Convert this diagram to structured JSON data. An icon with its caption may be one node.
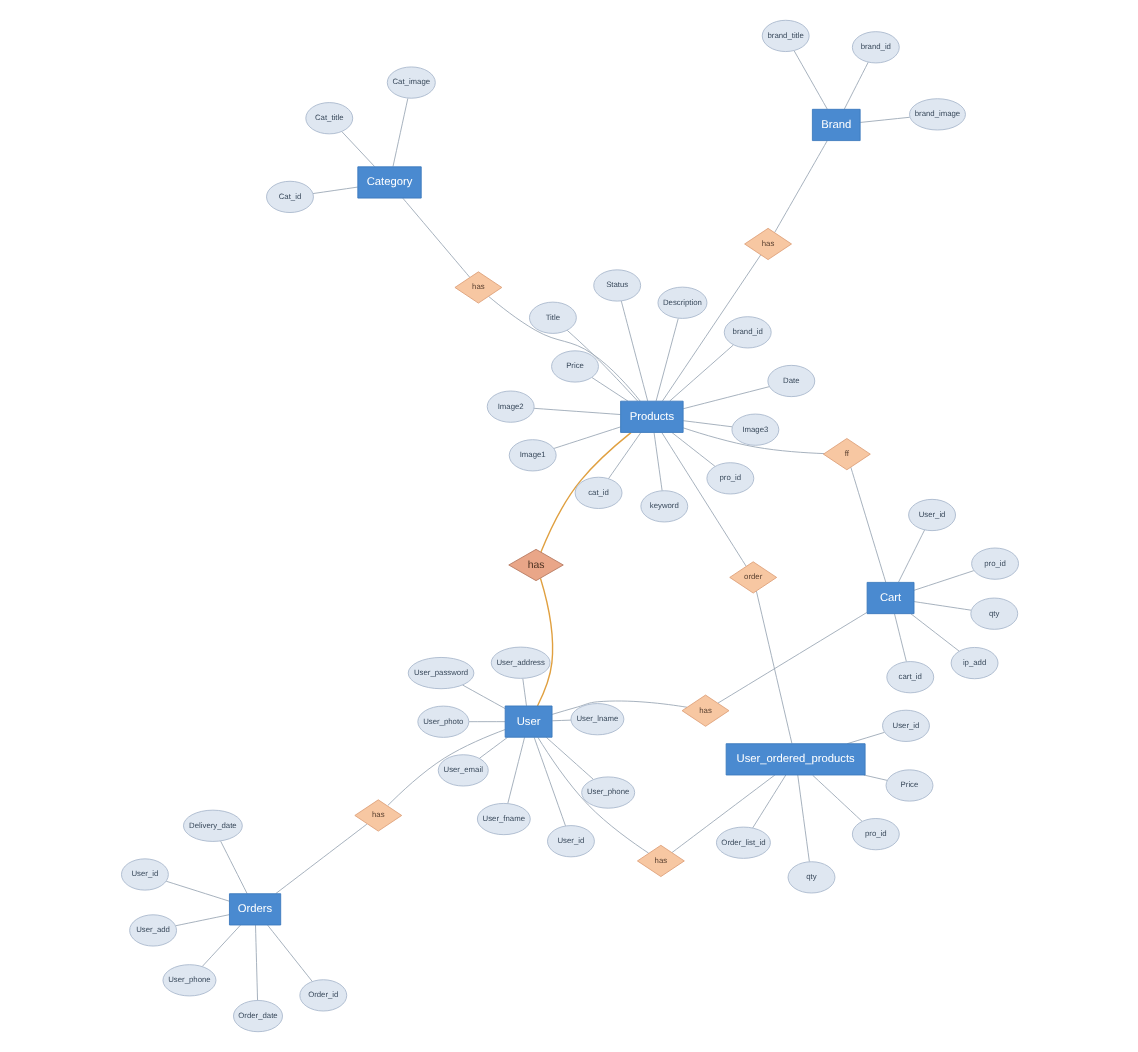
{
  "diagram": {
    "nodes": [
      {
        "text": [
          "Category"
        ]
      },
      {
        "text": [
          "Cat_id"
        ]
      },
      {
        "text": [
          "Cat_title"
        ]
      },
      {
        "text": [
          "Cat_image"
        ]
      },
      {
        "text": [
          "has"
        ]
      },
      {
        "text": [
          "Products"
        ]
      },
      {
        "text": [
          "cat_id"
        ]
      },
      {
        "text": [
          "pro_id"
        ]
      },
      {
        "text": [
          "User_ordered_products"
        ]
      },
      {
        "text": [
          "pro_id"
        ]
      },
      {
        "text": [
          "qty"
        ]
      },
      {
        "text": [
          "Order_list_id"
        ]
      },
      {
        "text": [
          "Price"
        ]
      },
      {
        "text": [
          "User_id"
        ]
      },
      {
        "text": [
          "order"
        ]
      },
      {
        "text": [
          "has"
        ]
      },
      {
        "text": [
          "Orders"
        ]
      },
      {
        "text": [
          "User_id"
        ]
      },
      {
        "text": [
          "User_phone"
        ]
      },
      {
        "text": [
          "User_add"
        ]
      },
      {
        "text": [
          "Order_id"
        ]
      },
      {
        "text": [
          "Order_date"
        ]
      },
      {
        "text": [
          "Delivery_date"
        ]
      },
      {
        "text": [
          "Brand"
        ]
      },
      {
        "text": [
          "brand_title"
        ]
      },
      {
        "text": [
          "brand_image"
        ]
      },
      {
        "text": [
          "brand_id"
        ]
      },
      {
        "text": [
          "has"
        ]
      },
      {
        "text": [
          "has"
        ]
      },
      {
        "text": [
          "User"
        ]
      },
      {
        "text": [
          "has"
        ]
      },
      {
        "text": [
          "ff"
        ]
      },
      {
        "text": [
          "has"
        ]
      },
      {
        "text": [
          "Cart"
        ]
      },
      {
        "text": [
          "brand_id"
        ]
      },
      {
        "text": [
          "keyword"
        ]
      },
      {
        "text": [
          "Image3"
        ]
      },
      {
        "text": [
          "Description"
        ]
      },
      {
        "text": [
          "Image2"
        ]
      },
      {
        "text": [
          "Image1"
        ]
      },
      {
        "text": [
          "Status"
        ]
      },
      {
        "text": [
          "Title"
        ]
      },
      {
        "text": [
          "Price"
        ]
      },
      {
        "text": [
          "Date"
        ]
      },
      {
        "text": [
          "pro_id"
        ]
      },
      {
        "text": [
          "cart_id"
        ]
      },
      {
        "text": [
          "qty"
        ]
      },
      {
        "text": [
          "ip_add"
        ]
      },
      {
        "text": [
          "User_id"
        ]
      },
      {
        "text": [
          "User_id"
        ]
      },
      {
        "text": [
          "User_photo"
        ]
      },
      {
        "text": [
          "User_phone"
        ]
      },
      {
        "text": [
          "User_address"
        ]
      },
      {
        "text": [
          "User_password"
        ]
      },
      {
        "text": [
          "User_lname"
        ]
      },
      {
        "text": [
          "User_fname"
        ]
      },
      {
        "text": [
          "User_email"
        ]
      }
    ],
    "edges": [
      {
        "from": 0,
        "to": 1,
        "arrow": "none"
      },
      {
        "from": 0,
        "to": 2,
        "arrow": "none"
      },
      {
        "from": 0,
        "to": 3,
        "arrow": "none"
      },
      {
        "from": 0,
        "to": 4,
        "arrow": "none"
      },
      {
        "from": 4,
        "to": 5,
        "arrow": "none"
      },
      {
        "from": 5,
        "to": 6,
        "arrow": "none"
      },
      {
        "from": 5,
        "to": 7,
        "arrow": "none"
      },
      {
        "from": 8,
        "to": 9,
        "arrow": "none"
      },
      {
        "from": 8,
        "to": 10,
        "arrow": "none"
      },
      {
        "from": 8,
        "to": 11,
        "arrow": "none"
      },
      {
        "from": 8,
        "to": 12,
        "arrow": "none"
      },
      {
        "from": 8,
        "to": 13,
        "arrow": "none"
      },
      {
        "from": 5,
        "to": 14,
        "arrow": "none"
      },
      {
        "from": 14,
        "to": 8,
        "arrow": "none"
      },
      {
        "from": 8,
        "to": 15,
        "arrow": "none"
      },
      {
        "from": 15,
        "to": 29,
        "arrow": "none"
      },
      {
        "from": 16,
        "to": 17,
        "arrow": "none"
      },
      {
        "from": 16,
        "to": 18,
        "arrow": "none"
      },
      {
        "from": 16,
        "to": 19,
        "arrow": "none"
      },
      {
        "from": 16,
        "to": 20,
        "arrow": "none"
      },
      {
        "from": 16,
        "to": 21,
        "arrow": "none"
      },
      {
        "from": 16,
        "to": 22,
        "arrow": "none"
      },
      {
        "from": 23,
        "to": 24,
        "arrow": "none"
      },
      {
        "from": 23,
        "to": 25,
        "arrow": "none"
      },
      {
        "from": 23,
        "to": 26,
        "arrow": "none"
      },
      {
        "from": 23,
        "to": 27,
        "arrow": "none"
      },
      {
        "from": 27,
        "to": 5,
        "arrow": "none"
      },
      {
        "from": 5,
        "to": 28,
        "arrow": "none",
        "color": "#e0a040"
      },
      {
        "from": 28,
        "to": 29,
        "arrow": "none",
        "color": "#e0a040"
      },
      {
        "from": 29,
        "to": 30,
        "arrow": "none"
      },
      {
        "from": 30,
        "to": 16,
        "arrow": "none"
      },
      {
        "from": 5,
        "to": 31,
        "arrow": "none"
      },
      {
        "from": 31,
        "to": 33,
        "arrow": "none"
      },
      {
        "from": 33,
        "to": 32,
        "arrow": "none"
      },
      {
        "from": 32,
        "to": 29,
        "arrow": "none"
      },
      {
        "from": 5,
        "to": 34,
        "arrow": "none"
      },
      {
        "from": 5,
        "to": 35,
        "arrow": "none"
      },
      {
        "from": 5,
        "to": 36,
        "arrow": "none"
      },
      {
        "from": 5,
        "to": 37,
        "arrow": "none"
      },
      {
        "from": 5,
        "to": 38,
        "arrow": "none"
      },
      {
        "from": 5,
        "to": 39,
        "arrow": "none"
      },
      {
        "from": 5,
        "to": 40,
        "arrow": "none"
      },
      {
        "from": 5,
        "to": 41,
        "arrow": "none"
      },
      {
        "from": 5,
        "to": 42,
        "arrow": "none"
      },
      {
        "from": 5,
        "to": 43,
        "arrow": "none"
      },
      {
        "from": 33,
        "to": 44,
        "arrow": "none"
      },
      {
        "from": 33,
        "to": 45,
        "arrow": "none"
      },
      {
        "from": 33,
        "to": 46,
        "arrow": "none"
      },
      {
        "from": 33,
        "to": 47,
        "arrow": "none"
      },
      {
        "from": 33,
        "to": 48,
        "arrow": "none"
      },
      {
        "from": 29,
        "to": 49,
        "arrow": "none"
      },
      {
        "from": 29,
        "to": 50,
        "arrow": "none"
      },
      {
        "from": 29,
        "to": 51,
        "arrow": "none"
      },
      {
        "from": 29,
        "to": 52,
        "arrow": "none"
      },
      {
        "from": 29,
        "to": 53,
        "arrow": "none"
      },
      {
        "from": 29,
        "to": 54,
        "arrow": "none"
      },
      {
        "from": 29,
        "to": 55,
        "arrow": "none"
      },
      {
        "from": 29,
        "to": 56,
        "arrow": "none"
      }
    ]
  }
}
